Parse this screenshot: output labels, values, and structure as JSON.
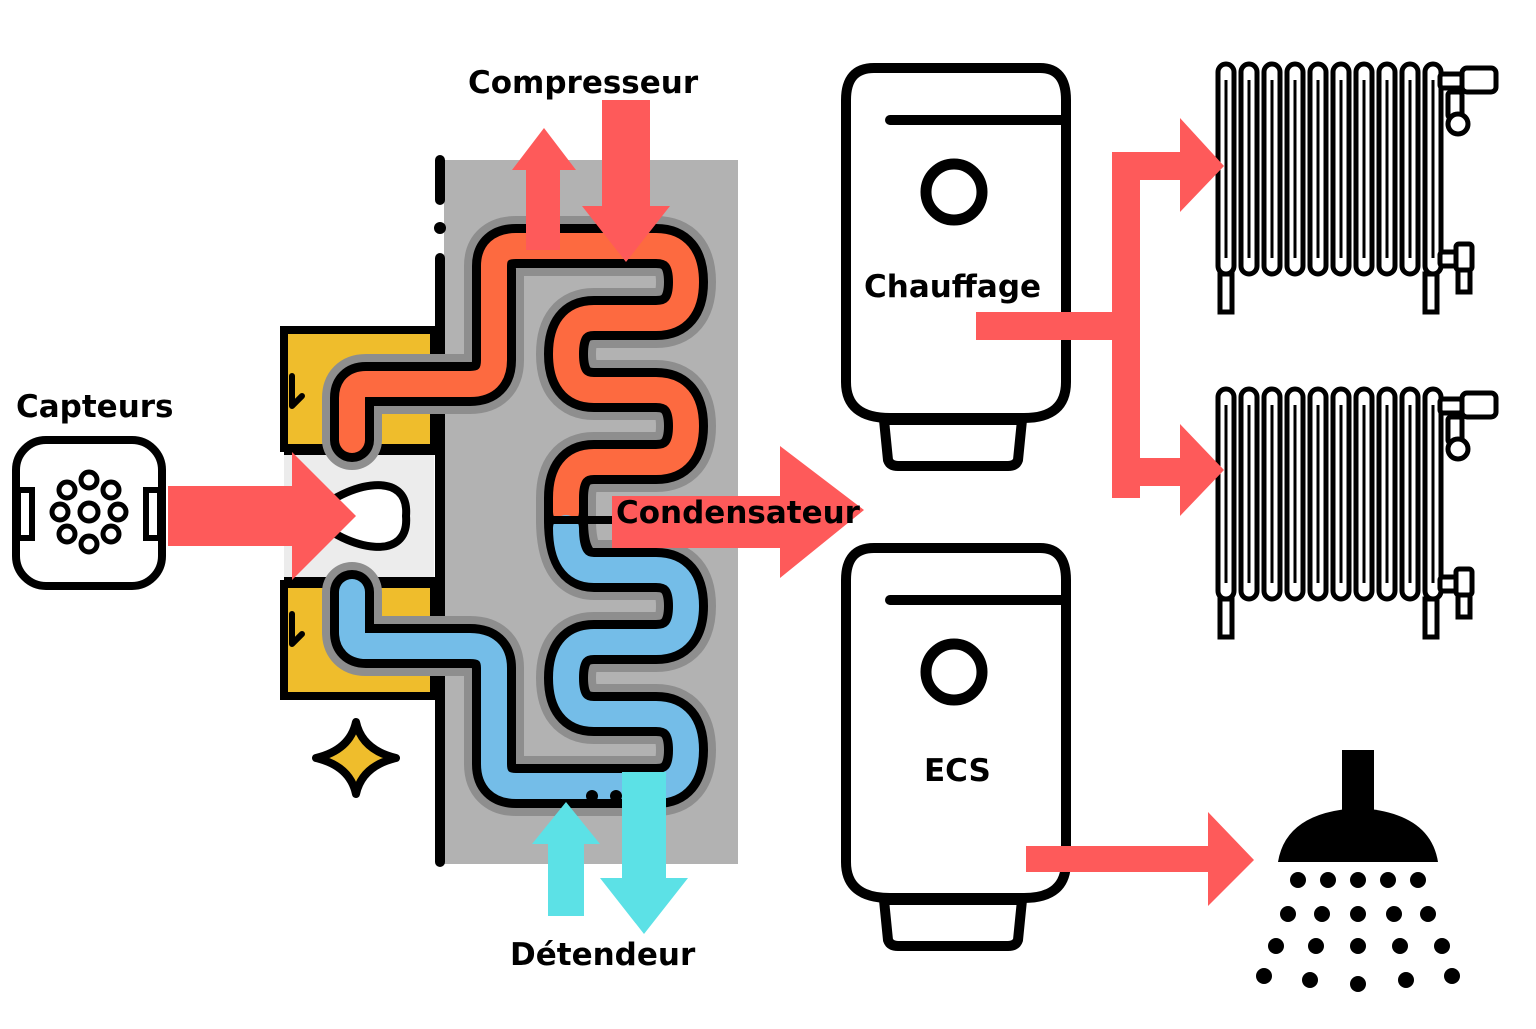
{
  "labels": {
    "compressor": "Compresseur",
    "sensors": "Capteurs",
    "heating": "Chauffage",
    "condenser": "Condensateur",
    "dhw": "ECS",
    "expansion_valve": "Détendeur"
  },
  "colors": {
    "arrow_red": "#fe5a5a",
    "arrow_cyan": "#5ce1e6",
    "hot_pipe": "#fd6a40",
    "cold_pipe": "#74bde8",
    "panel_grey": "#b2b2b2",
    "yellow": "#efbd2c",
    "outline": "#000000"
  },
  "icons": {
    "sensor": "capteur-icon",
    "tank": "water-tank-icon",
    "radiator": "radiator-icon",
    "shower": "shower-icon",
    "sparkle": "sparkle-icon"
  }
}
